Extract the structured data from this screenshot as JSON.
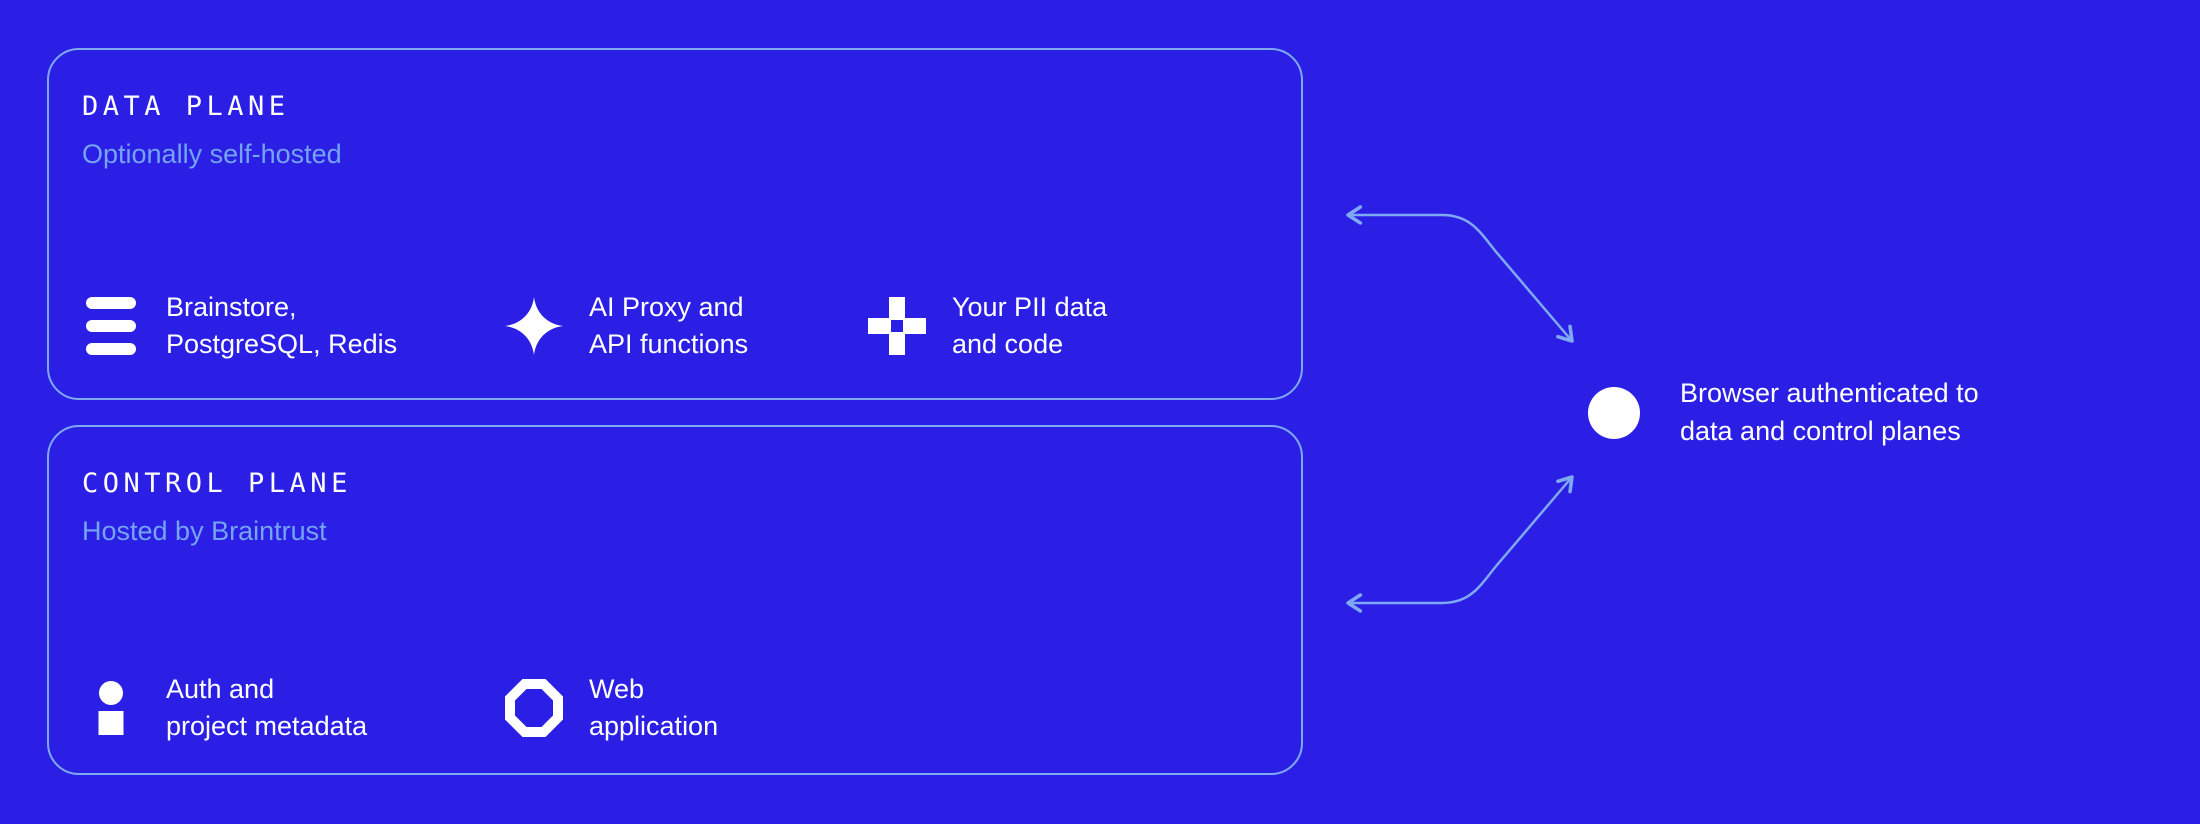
{
  "colors": {
    "background": "#2B1FE6",
    "panel_border": "#7FA9F2",
    "subtitle_text": "#74A4F2",
    "arrow": "#7FA9F2",
    "primary_text": "#FFFFFF"
  },
  "data_plane": {
    "title": "DATA PLANE",
    "subtitle": "Optionally self-hosted",
    "items": [
      {
        "icon": "database-stack-icon",
        "line1": "Brainstore,",
        "line2": "PostgreSQL, Redis"
      },
      {
        "icon": "sparkle-icon",
        "line1": "AI Proxy and",
        "line2": "API functions"
      },
      {
        "icon": "plus-icon",
        "line1": "Your PII data",
        "line2": "and code"
      }
    ]
  },
  "control_plane": {
    "title": "CONTROL PLANE",
    "subtitle": "Hosted by Braintrust",
    "items": [
      {
        "icon": "person-icon",
        "line1": "Auth and",
        "line2": "project metadata"
      },
      {
        "icon": "octagon-icon",
        "line1": "Web",
        "line2": "application"
      }
    ]
  },
  "browser_note": {
    "icon": "browser-circle-icon",
    "line1": "Browser authenticated to",
    "line2": "data and control planes"
  }
}
